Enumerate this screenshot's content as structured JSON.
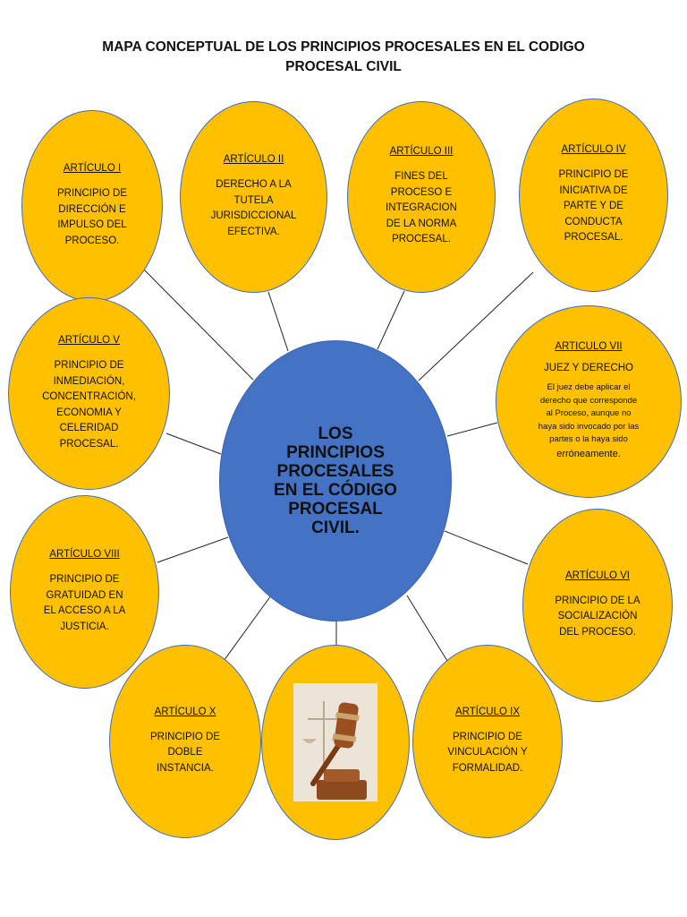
{
  "title": {
    "line1": "MAPA CONCEPTUAL DE LOS PRINCIPIOS PROCESALES EN EL CODIGO",
    "line2": "PROCESAL CIVIL"
  },
  "center": {
    "text": "LOS\nPRINCIPIOS\nPROCESALES\nEN EL CÓDIGO\nPROCESAL\nCIVIL."
  },
  "nodes": {
    "art1": {
      "label": "ARTÍCULO I",
      "desc": "PRINCIPIO DE\nDIRECCIÓN E\nIMPULSO DEL\nPROCESO."
    },
    "art2": {
      "label": "ARTÍCULO II",
      "desc": "DERECHO A LA\nTUTELA\nJURISDICCIONAL\nEFECTIVA."
    },
    "art3": {
      "label": "ARTÍCULO III",
      "desc": "FINES DEL\nPROCESO E\nINTEGRACION\nDE LA NORMA\nPROCESAL."
    },
    "art4": {
      "label": "ARTÍCULO IV",
      "desc": "PRINCIPIO DE\nINICIATIVA DE\nPARTE Y DE\nCONDUCTA\nPROCESAL."
    },
    "art5": {
      "label": "ARTÍCULO V",
      "desc": "PRINCIPIO DE\nINMEDIACIÓN,\nCONCENTRACIÓN,\nECONOMIA Y\nCELERIDAD\nPROCESAL."
    },
    "art7": {
      "label": "ARTICULO VII",
      "desc": "JUEZ Y DERECHO",
      "note": "El juez debe aplicar el\nderecho que corresponde\nal Proceso, aunque no\nhaya sido invocado por las\npartes o la haya sido",
      "note_end": "erróneamente."
    },
    "art8": {
      "label": "ARTÍCULO VIII",
      "desc": "PRINCIPIO DE\nGRATUIDAD EN\nEL ACCESO A LA\nJUSTICIA."
    },
    "art6": {
      "label": "ARTÍCULO VI",
      "desc": "PRINCIPIO DE LA\nSOCIALIZACIÓN\nDEL PROCESO."
    },
    "art10": {
      "label": "ARTÍCULO X",
      "desc": "PRINCIPIO DE\nDOBLE\nINSTANCIA."
    },
    "art9": {
      "label": "ARTÍCULO IX",
      "desc": "PRINCIPIO DE\nVINCULACIÓN Y\nFORMALIDAD."
    }
  },
  "colors": {
    "node_fill": "#ffc000",
    "center_fill": "#4472c4",
    "border": "#3f6cbf"
  }
}
